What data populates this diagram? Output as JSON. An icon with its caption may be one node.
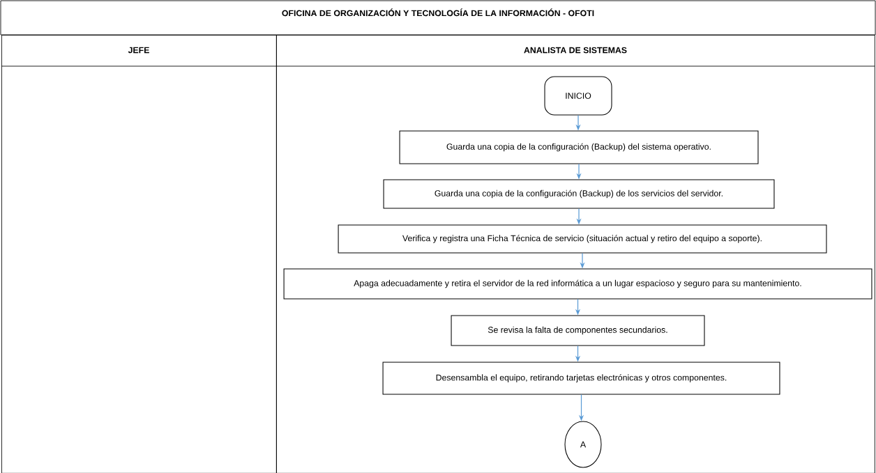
{
  "diagram": {
    "title": "OFICINA DE ORGANIZACIÓN Y TECNOLOGÍA DE LA INFORMACIÓN - OFOTI",
    "nodes": [
      {
        "text": [
          "JEFE"
        ]
      },
      {
        "text": [
          "ANALISTA DE SISTEMAS"
        ]
      },
      {
        "text": [
          "INICIO"
        ],
        "in": 1
      },
      {
        "text": [
          "Guarda una copia de la configuración (Backup) del sistema operativo."
        ],
        "in": 1
      },
      {
        "text": [
          "Guarda una copia de la configuración (Backup) de los servicios del servidor."
        ],
        "in": 1
      },
      {
        "text": [
          "Verifica y registra una Ficha Técnica de servicio (situación actual y retiro del equipo a soporte)."
        ],
        "in": 1
      },
      {
        "text": [
          "Apaga adecuadamente y retira el servidor de la red informática a un lugar espacioso y seguro para su mantenimiento."
        ],
        "in": 1
      },
      {
        "text": [
          "Se revisa la falta de componentes secundarios."
        ],
        "in": 1
      },
      {
        "text": [
          "Desensambla el equipo, retirando tarjetas electrónicas y otros componentes."
        ],
        "in": 1
      },
      {
        "text": [
          "A"
        ],
        "in": 1
      }
    ],
    "edges": [
      {
        "from": 2,
        "to": 3,
        "arrow": "to"
      },
      {
        "from": 3,
        "to": 4,
        "arrow": "to"
      },
      {
        "from": 4,
        "to": 5,
        "arrow": "to"
      },
      {
        "from": 5,
        "to": 6,
        "arrow": "to"
      },
      {
        "from": 6,
        "to": 7,
        "arrow": "to"
      },
      {
        "from": 7,
        "to": 8,
        "arrow": "to"
      },
      {
        "from": 8,
        "to": 9,
        "arrow": "to"
      }
    ]
  }
}
